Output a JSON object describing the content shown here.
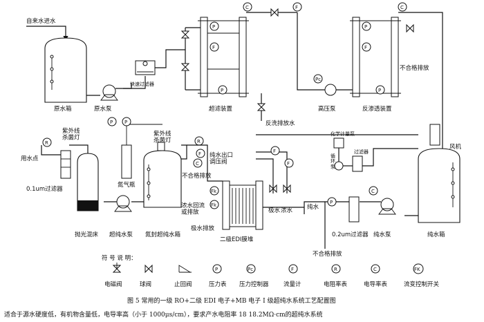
{
  "labels": {
    "tap_water_inlet": "自来水进水",
    "raw_water_tank": "原水箱",
    "raw_water_pump": "原水泵",
    "quick_filter": "快速过滤器",
    "ultrafiltration": "超滤装置",
    "backwash_drain": "反洗排放水",
    "high_pressure_pump": "高压泵",
    "ro_unit": "反渗透装置",
    "unqualified_drain_1": "不合格排放",
    "fan": "风机",
    "pure_water_tank": "纯水箱",
    "pure_water_pump": "纯水泵",
    "filter_02": "0.2um过滤器",
    "unqualified_drain_2": "不合格排放",
    "pure_water": "纯水",
    "conc_water": "浓水",
    "pole_water": "极水",
    "edi_module": "二级EDI膜堆",
    "edi_outlet_valve": "纯水出口\n调压阀",
    "pole_water_drain": "极水排放",
    "conc_recycle": "浓水回流\n或排放",
    "chem_pump": "化学计量泵",
    "circ_pump": "循\n环\n泵",
    "filter_small": "过滤器",
    "uv_lamp_1": "紫外线\n杀菌灯",
    "uv_lamp_2": "紫外线\n杀菌灯",
    "unqualified_drain_3": "不合格排放",
    "nitrogen_bottle": "氮气瓶",
    "sealed_tank": "氮封超纯水箱",
    "ultrapure_pump": "超纯水泵",
    "polishing_bed": "抛光混床",
    "use_point": "用水点",
    "filter_01": "0.1um过滤器"
  },
  "legend": {
    "title": "符 号 说 明：",
    "items": [
      {
        "symbol": "solenoid",
        "label": "电磁阀"
      },
      {
        "symbol": "ball",
        "label": "球阀"
      },
      {
        "symbol": "check",
        "label": "止回阀"
      },
      {
        "symbol": "P",
        "label": "压力表"
      },
      {
        "symbol": "Pc",
        "label": "压力控制器"
      },
      {
        "symbol": "F",
        "label": "流量计"
      },
      {
        "symbol": "R",
        "label": "电阻率表"
      },
      {
        "symbol": "C",
        "label": "电导率表"
      },
      {
        "symbol": "FK",
        "label": "流变控制开关"
      }
    ]
  },
  "symbols": {
    "P": "P",
    "F": "F",
    "C": "C",
    "R": "R",
    "Pc": "Pc",
    "FK": "Fk"
  },
  "caption": "图 5    常用的一级 RO+二级 EDI 电子+MB 电子 Ⅰ 级超纯水系统工艺配置图",
  "footnote": "适合于源水硬度低，有机物含量低，电导率高（小于          1000μs/cm），要求产水电阻率    18   18.2MΩ·cm的超纯水系统"
}
